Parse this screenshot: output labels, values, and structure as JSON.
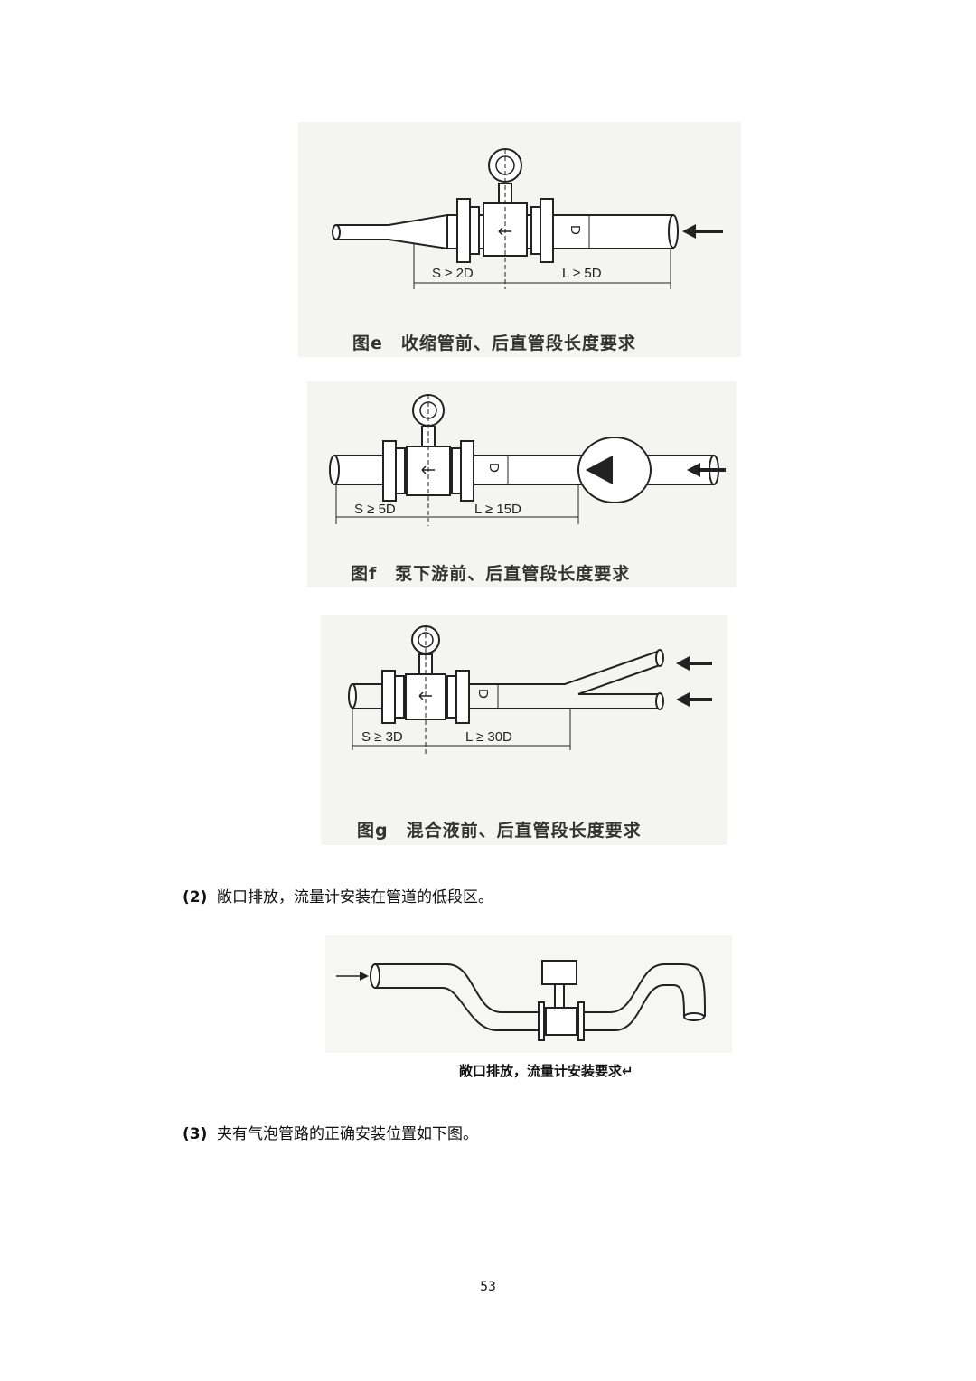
{
  "figures": {
    "e": {
      "caption": "图e　收缩管前、后直管段长度要求",
      "upstream": "S ≥ 2D",
      "downstream": "L ≥ 5D",
      "diameter": "D"
    },
    "f": {
      "caption": "图f　泵下游前、后直管段长度要求",
      "upstream": "S ≥ 5D",
      "downstream": "L ≥ 15D",
      "diameter": "D"
    },
    "g": {
      "caption": "图g　混合液前、后直管段长度要求",
      "upstream": "S ≥ 3D",
      "downstream": "L ≥ 30D",
      "diameter": "D"
    }
  },
  "paragraphs": [
    {
      "num": "(2)",
      "text": "敞口排放，流量计安装在管道的低段区。"
    },
    {
      "num": "(3)",
      "text": "夹有气泡管路的正确安装位置如下图。"
    }
  ],
  "open_discharge_caption": "敞口排放，流量计安装要求↵",
  "page_number": "53"
}
